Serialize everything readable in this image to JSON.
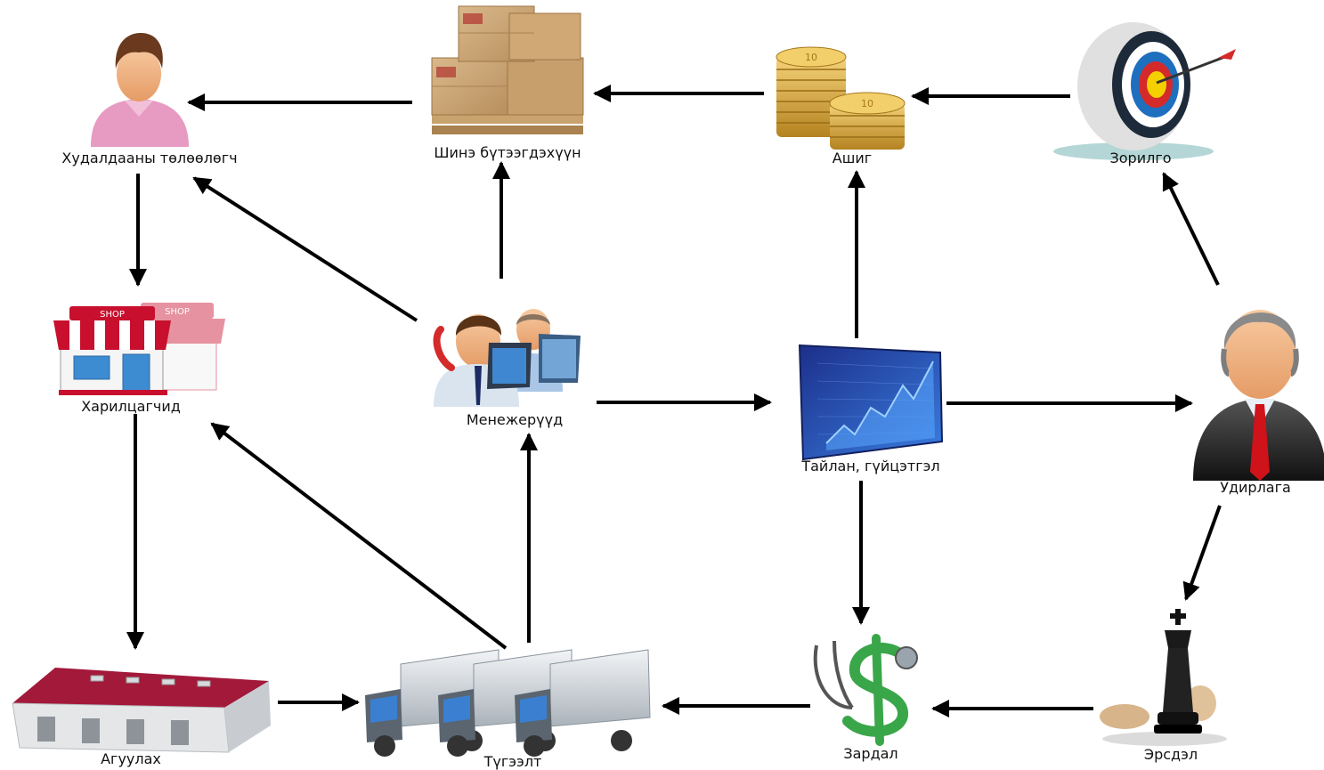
{
  "nodes": {
    "sales_rep": {
      "label": "Худалдааны төлөөлөгч",
      "icon": "salesperson-icon"
    },
    "new_product": {
      "label": "Шинэ бүтээгдэхүүн",
      "icon": "boxes-icon"
    },
    "profit": {
      "label": "Ашиг",
      "icon": "coins-icon"
    },
    "goal": {
      "label": "Зорилго",
      "icon": "target-icon"
    },
    "customers": {
      "label": "Харилцагчид",
      "icon": "shop-icon"
    },
    "managers": {
      "label": "Менежерүүд",
      "icon": "managers-icon"
    },
    "report": {
      "label": "Тайлан, гүйцэтгэл",
      "icon": "chart-icon"
    },
    "management": {
      "label": "Удирлага",
      "icon": "executive-icon"
    },
    "warehouse": {
      "label": "Агуулах",
      "icon": "warehouse-icon"
    },
    "distribution": {
      "label": "Түгээлт",
      "icon": "trucks-icon"
    },
    "expense": {
      "label": "Зардал",
      "icon": "stethoscope-dollar-icon"
    },
    "risk": {
      "label": "Эрсдэл",
      "icon": "chess-icon"
    }
  },
  "icon_text": {
    "shop_sign_front": "SHOP",
    "shop_sign_back": "SHOP"
  },
  "edges": [
    {
      "from": "new_product",
      "to": "sales_rep"
    },
    {
      "from": "profit",
      "to": "new_product"
    },
    {
      "from": "goal",
      "to": "profit"
    },
    {
      "from": "sales_rep",
      "to": "customers"
    },
    {
      "from": "managers",
      "to": "sales_rep"
    },
    {
      "from": "managers",
      "to": "new_product"
    },
    {
      "from": "managers",
      "to": "report"
    },
    {
      "from": "report",
      "to": "profit"
    },
    {
      "from": "report",
      "to": "management"
    },
    {
      "from": "management",
      "to": "goal"
    },
    {
      "from": "management",
      "to": "risk"
    },
    {
      "from": "report",
      "to": "expense"
    },
    {
      "from": "customers",
      "to": "warehouse"
    },
    {
      "from": "warehouse",
      "to": "distribution"
    },
    {
      "from": "distribution",
      "to": "customers"
    },
    {
      "from": "distribution",
      "to": "managers"
    },
    {
      "from": "risk",
      "to": "expense"
    },
    {
      "from": "expense",
      "to": "distribution"
    }
  ],
  "colors": {
    "arrow": "#000000",
    "shop_awning": "#c8102e",
    "warehouse_roof": "#a3193a",
    "money_green": "#3aa64a",
    "coin_gold": "#c99a2e",
    "chart_blue": "#1a3fa8"
  }
}
